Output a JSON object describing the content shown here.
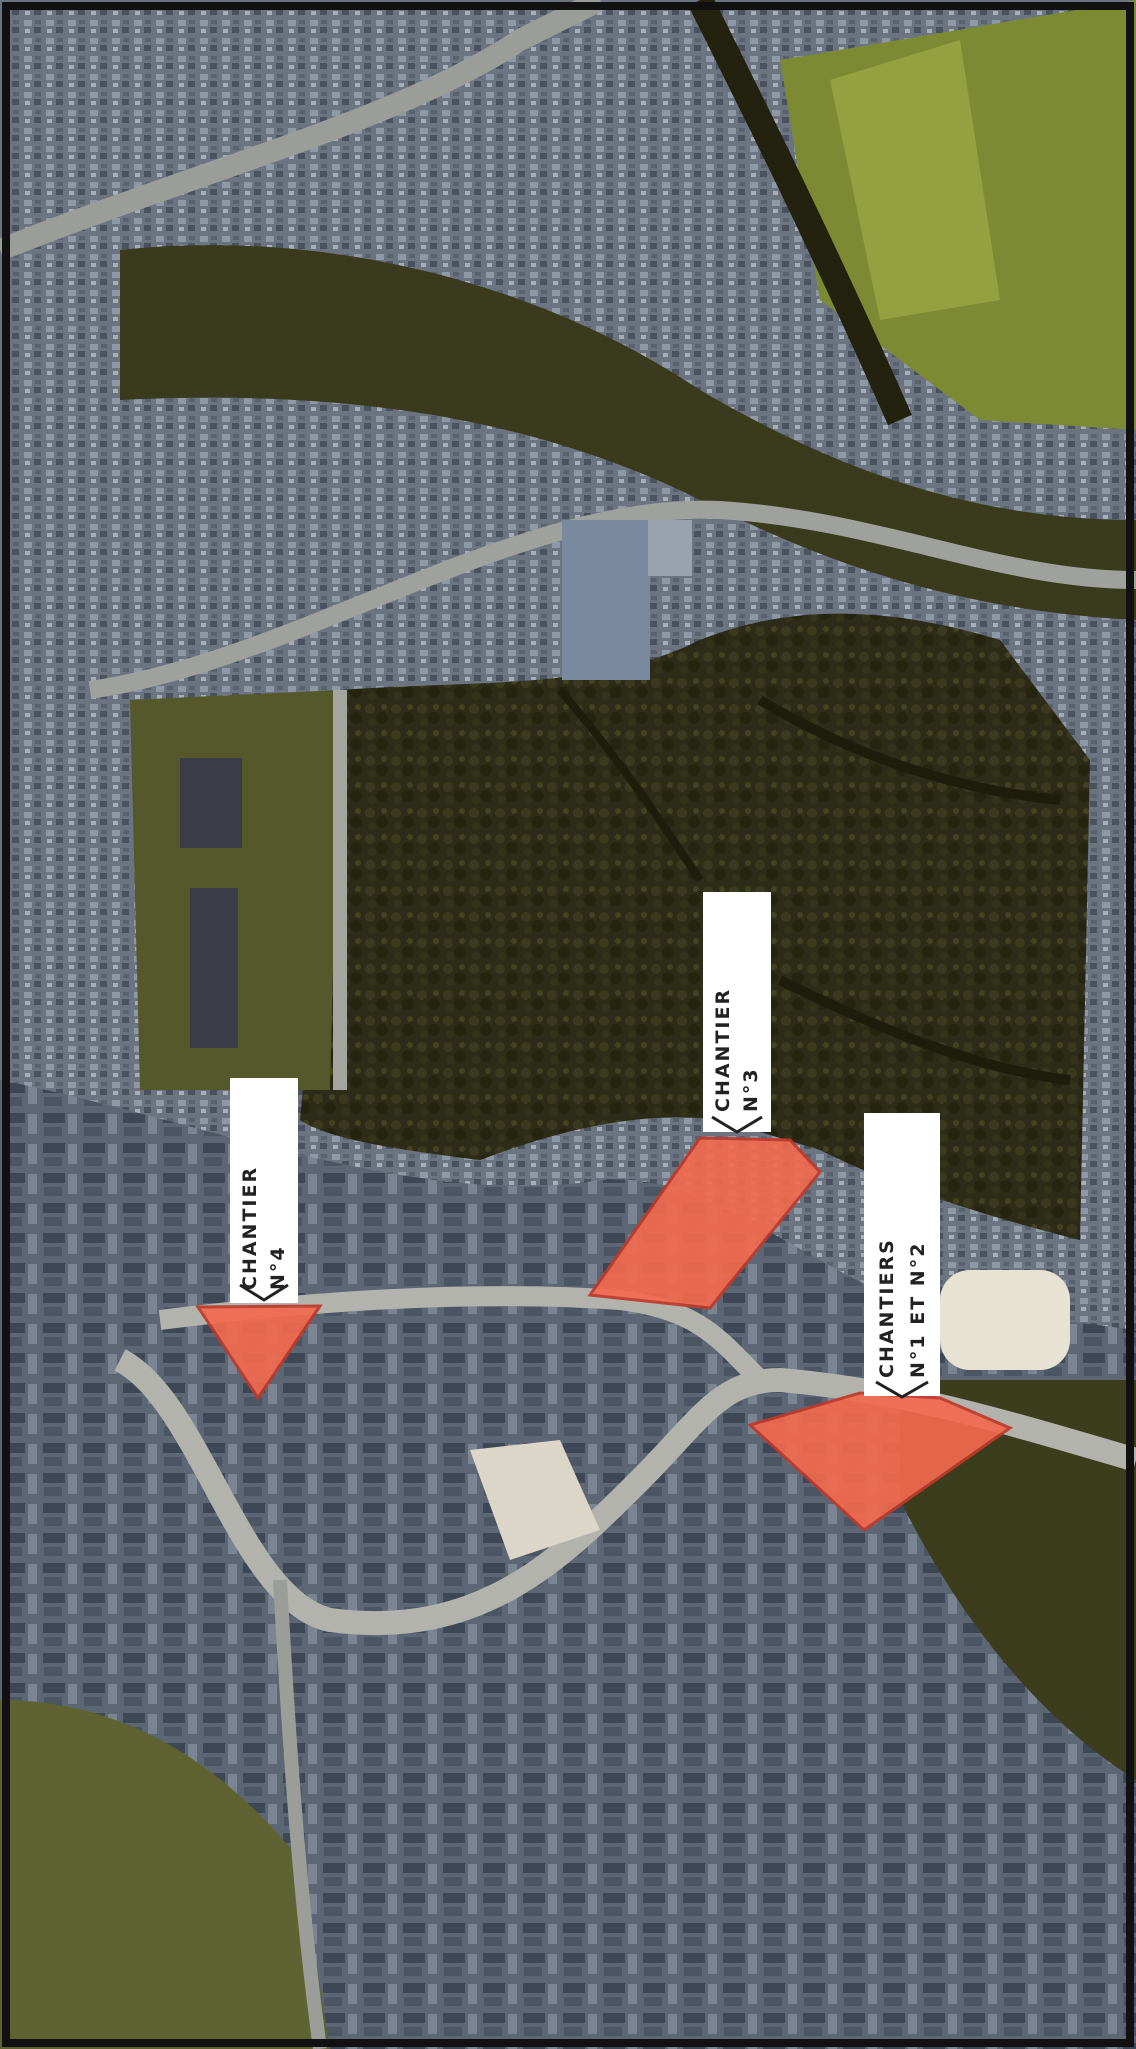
{
  "map": {
    "colors": {
      "field_dark": "#2e2a14",
      "field_olive": "#5a5a26",
      "field_bright": "#8c9a3a",
      "urban": "#6f7886",
      "road": "#a8aaa4",
      "site": "#f26a4e",
      "site_edge": "#c0392b",
      "label_bg": "#ffffff",
      "frame": "#111111"
    },
    "sites": [
      {
        "id": "site-1-2",
        "label_lines": [
          "CHANTIERS",
          "N°1 ET N°2"
        ]
      },
      {
        "id": "site-3",
        "label_lines": [
          "CHANTIER",
          "N°3"
        ]
      },
      {
        "id": "site-4",
        "label_lines": [
          "CHANTIER",
          "N°4"
        ]
      }
    ]
  }
}
